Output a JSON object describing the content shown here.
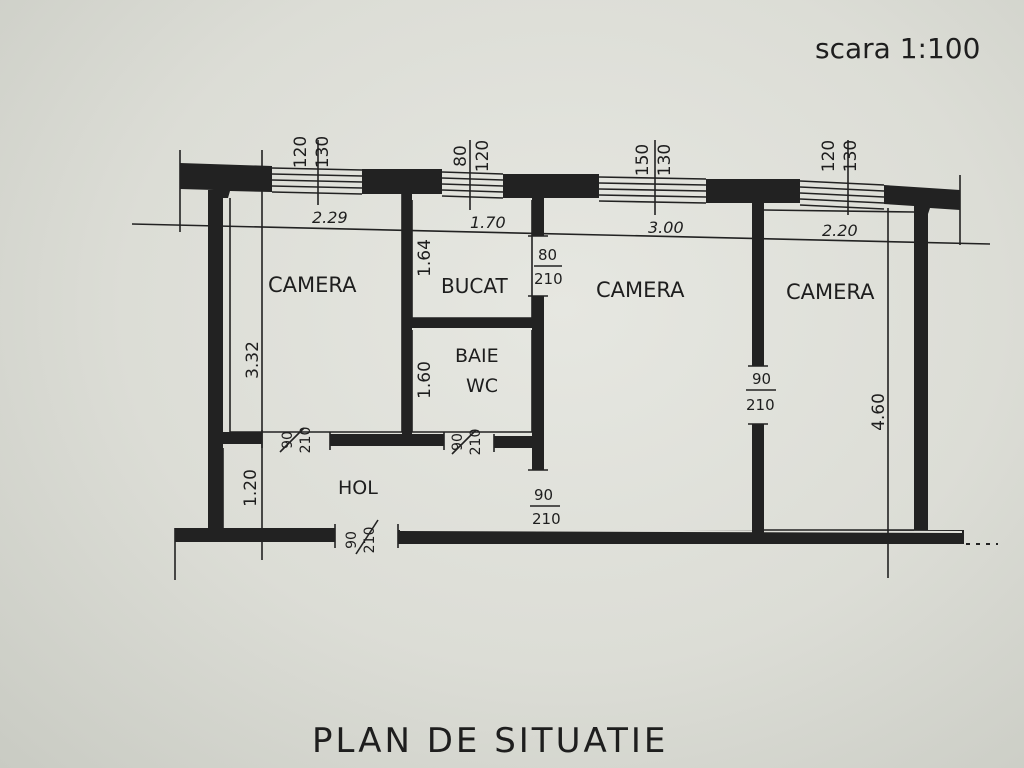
{
  "scale_label": "scara 1:100",
  "title": "PLAN DE SITUATIE",
  "rooms": {
    "camera1": "CAMERA",
    "bucat": "BUCAT",
    "camera2": "CAMERA",
    "camera3": "CAMERA",
    "baie": "BAIE",
    "wc": "WC",
    "hol": "HOL"
  },
  "windows": {
    "w1_top": "120",
    "w1_bottom": "130",
    "w2_top": "80",
    "w2_bottom": "120",
    "w3_top": "150",
    "w3_bottom": "130",
    "w4_top": "120",
    "w4_bottom": "130"
  },
  "dimensions": {
    "width_camera1": "2.29",
    "width_bucat": "1.70",
    "width_camera2": "3.00",
    "width_camera3": "2.20",
    "depth_camera1": "3.32",
    "depth_bucat": "1.64",
    "depth_baie": "1.60",
    "depth_hol": "1.20",
    "depth_camera3": "4.60"
  },
  "doors": {
    "d_bucat_top": "80",
    "d_bucat_bottom": "210",
    "d_camera3_top": "90",
    "d_camera3_bottom": "210",
    "d_camera1_top": "90",
    "d_camera1_bottom": "210",
    "d_baie_top": "90",
    "d_baie_bottom": "210",
    "d_camera2_top": "90",
    "d_camera2_bottom": "210",
    "d_entry_top": "90",
    "d_entry_bottom": "210"
  }
}
